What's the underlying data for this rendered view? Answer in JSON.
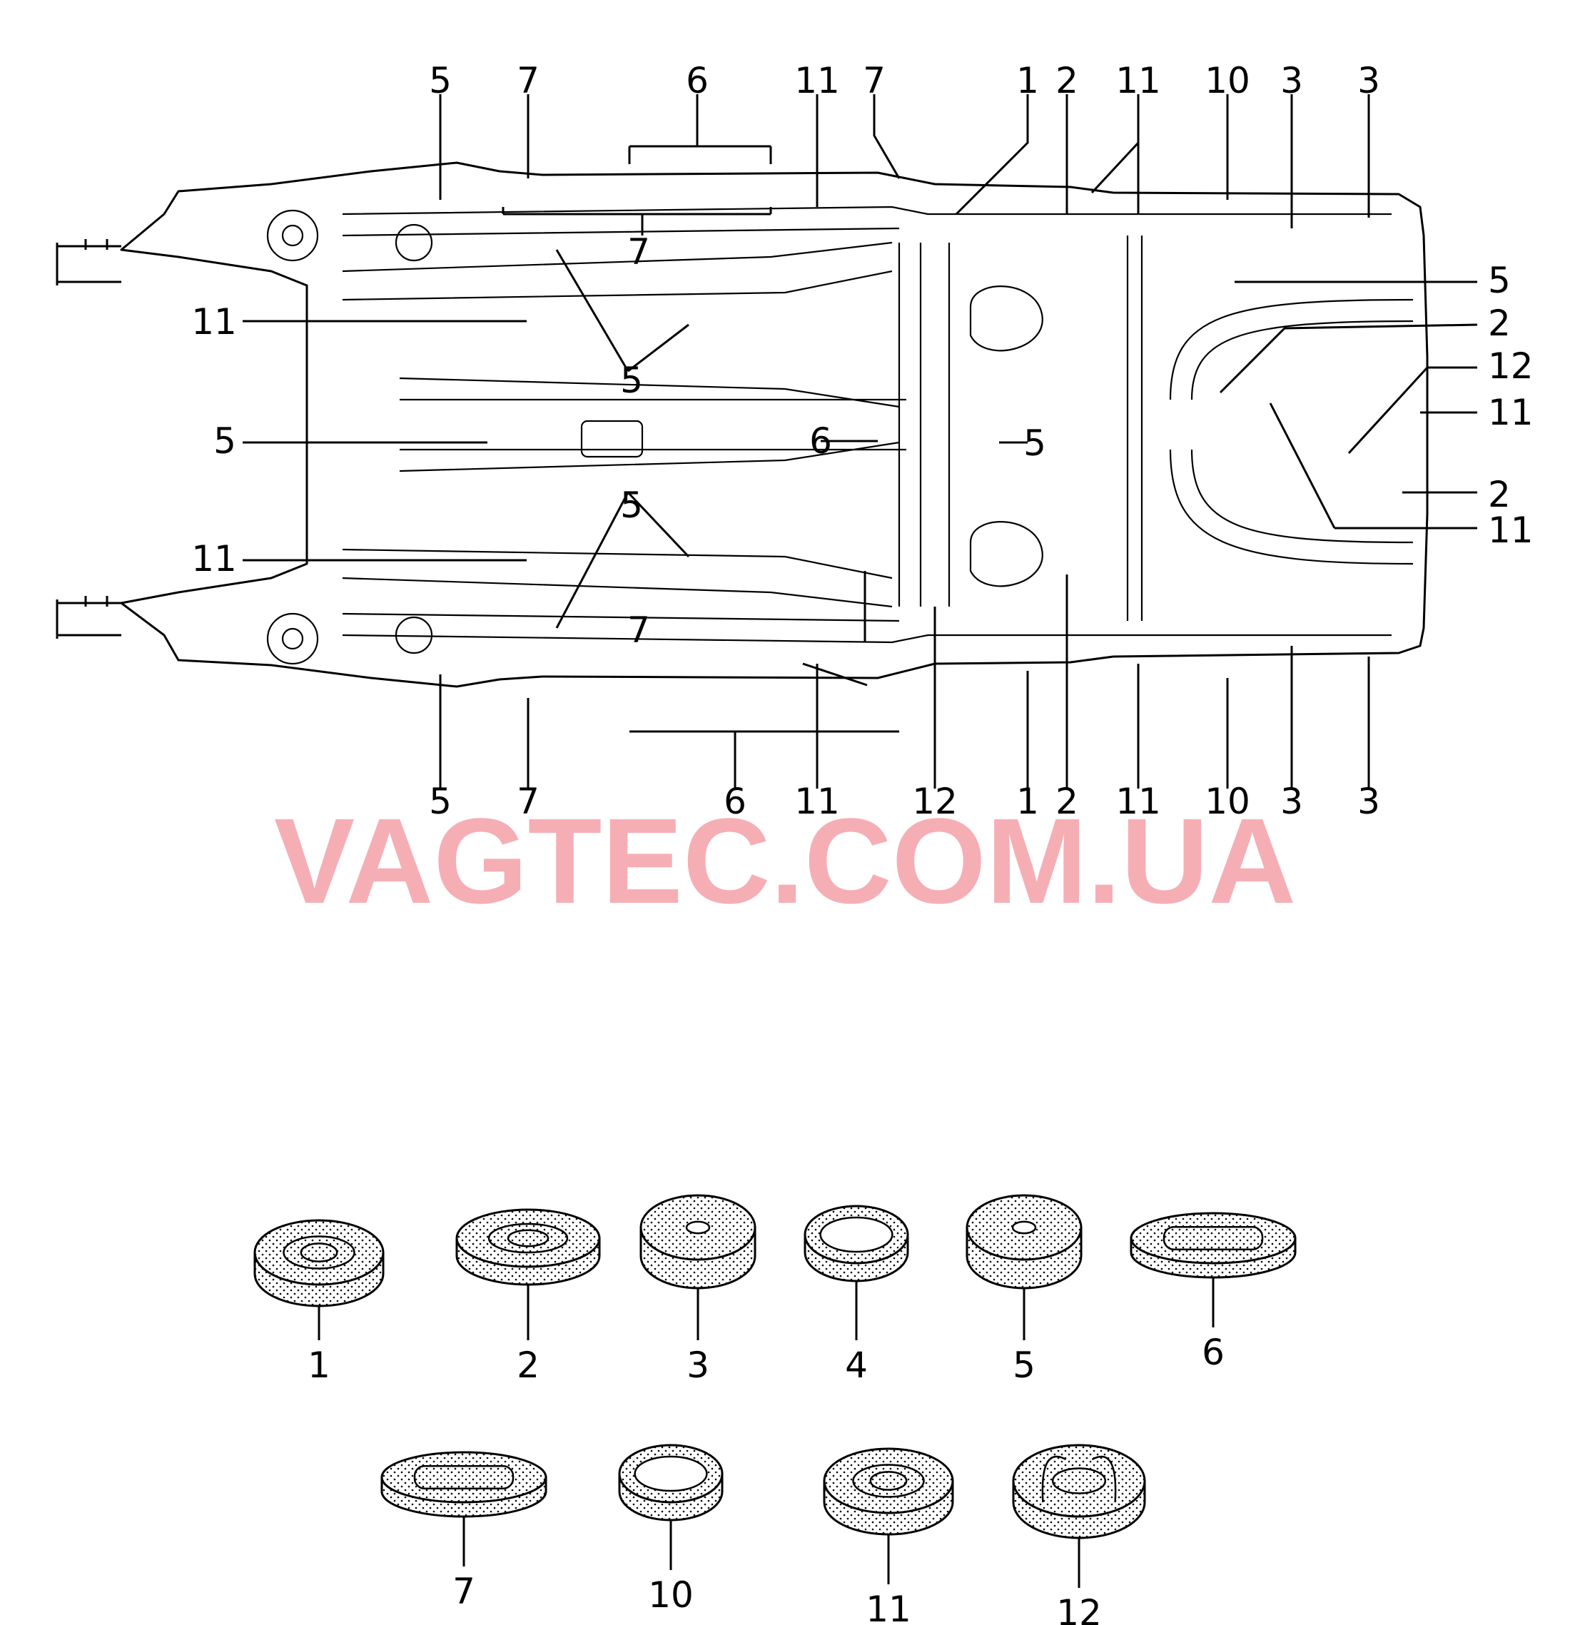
{
  "watermark": "VAGTEC.COM.UA",
  "top_callouts": [
    "5",
    "7",
    "6",
    "11",
    "7",
    "1",
    "2",
    "11",
    "10",
    "3",
    "3"
  ],
  "bottom_callouts": [
    "5",
    "7",
    "6",
    "11",
    "12",
    "1",
    "2",
    "11",
    "10",
    "3",
    "3"
  ],
  "right_callouts": [
    "5",
    "2",
    "12",
    "11",
    "2",
    "11"
  ],
  "left_callouts": [
    "11",
    "5",
    "11"
  ],
  "inner_callouts": [
    "7",
    "5",
    "6",
    "5",
    "5",
    "7"
  ],
  "parts_legend": [
    {
      "label": "1"
    },
    {
      "label": "2"
    },
    {
      "label": "3"
    },
    {
      "label": "4"
    },
    {
      "label": "5"
    },
    {
      "label": "6"
    },
    {
      "label": "7"
    },
    {
      "label": "10"
    },
    {
      "label": "11"
    },
    {
      "label": "12"
    }
  ],
  "colors": {
    "line": "#000000",
    "watermark": "#f4a0a8",
    "background": "#ffffff"
  }
}
